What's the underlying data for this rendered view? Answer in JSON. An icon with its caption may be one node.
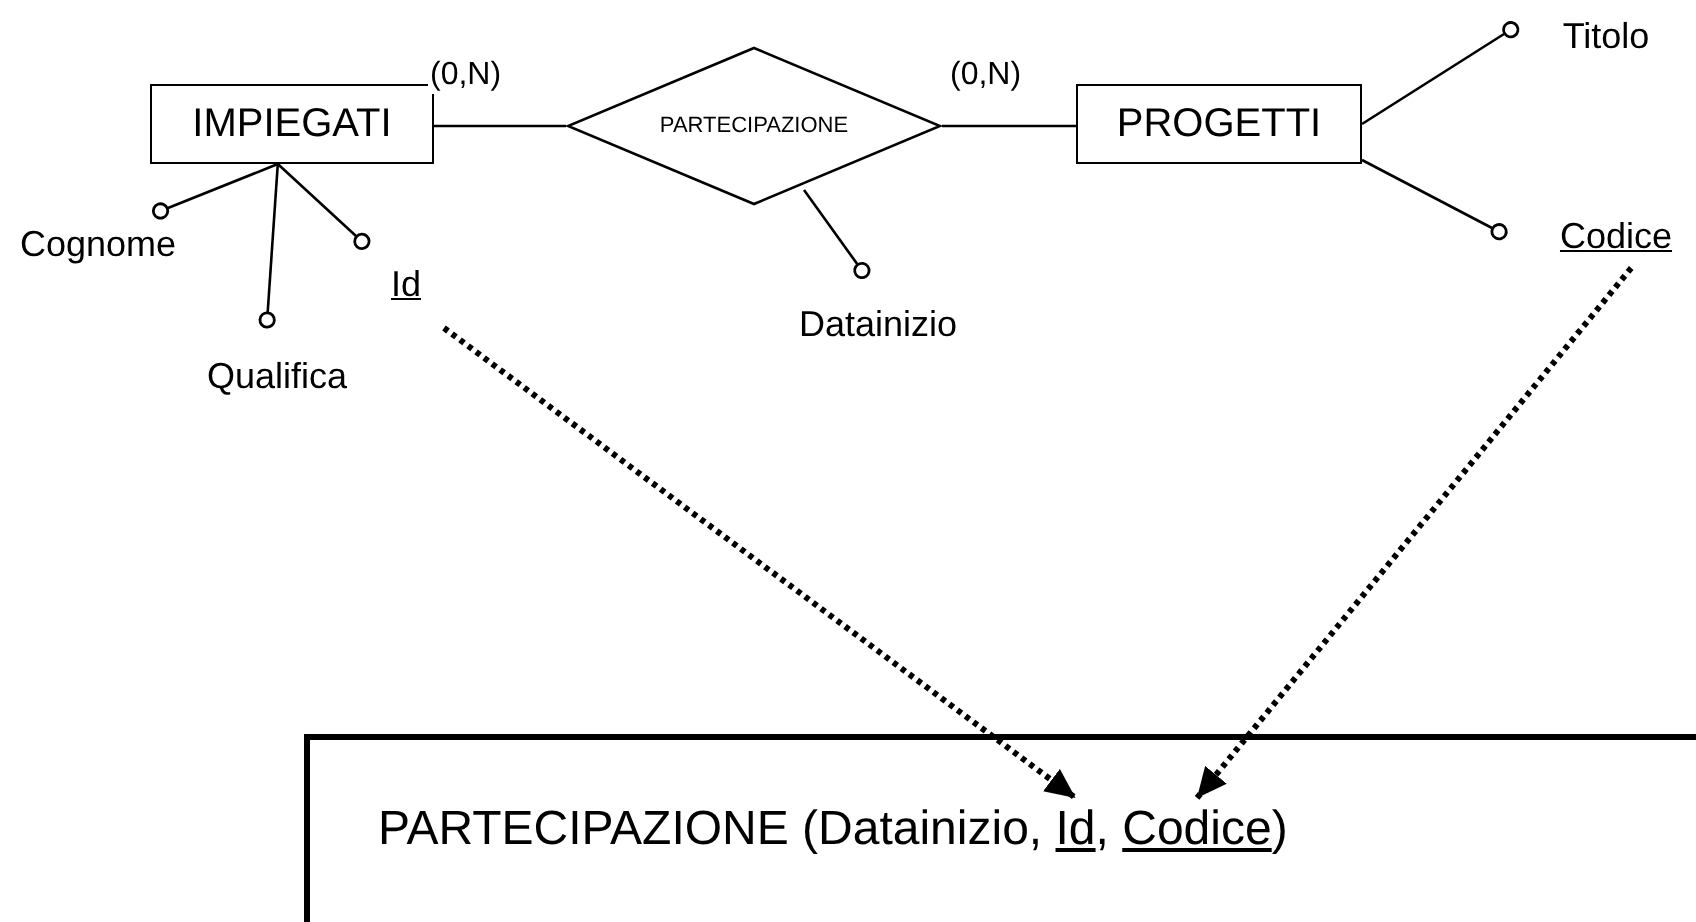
{
  "diagram": {
    "nodes": [
      {
        "text": [
          "Titolo"
        ]
      },
      {
        "text": [
          "IMPIEGATI"
        ]
      },
      {
        "text": [
          "PARTECIPAZIONE"
        ]
      },
      {
        "text": [
          "PROGETTI"
        ]
      },
      {
        "text": [
          "Cognome"
        ]
      },
      {
        "text": [
          "Codice"
        ]
      },
      {
        "text": [
          "Id"
        ]
      },
      {
        "text": [
          "Datainizio"
        ]
      },
      {
        "text": [
          "Qualifica"
        ]
      },
      {
        "text": [
          "PARTECIPAZIONE (Datainizio, Id, Codice)"
        ]
      }
    ],
    "edges": [
      {
        "from": 1,
        "to": 2,
        "arrow": "none",
        "label": "(0,N)"
      },
      {
        "from": 2,
        "to": 3,
        "arrow": "none",
        "label": "(0,N)"
      },
      {
        "from": 3,
        "to": 0,
        "arrow": "other"
      },
      {
        "from": 3,
        "to": 5,
        "arrow": "other"
      },
      {
        "from": 1,
        "to": 4,
        "arrow": "other"
      },
      {
        "from": 1,
        "to": 8,
        "arrow": "other"
      },
      {
        "from": 1,
        "to": 6,
        "arrow": "other"
      },
      {
        "from": 2,
        "to": 7,
        "arrow": "other"
      },
      {
        "from": 6,
        "to": 9,
        "arrow": "to",
        "style": "dashed"
      },
      {
        "from": 5,
        "to": 9,
        "arrow": "to",
        "style": "dashed"
      }
    ]
  }
}
